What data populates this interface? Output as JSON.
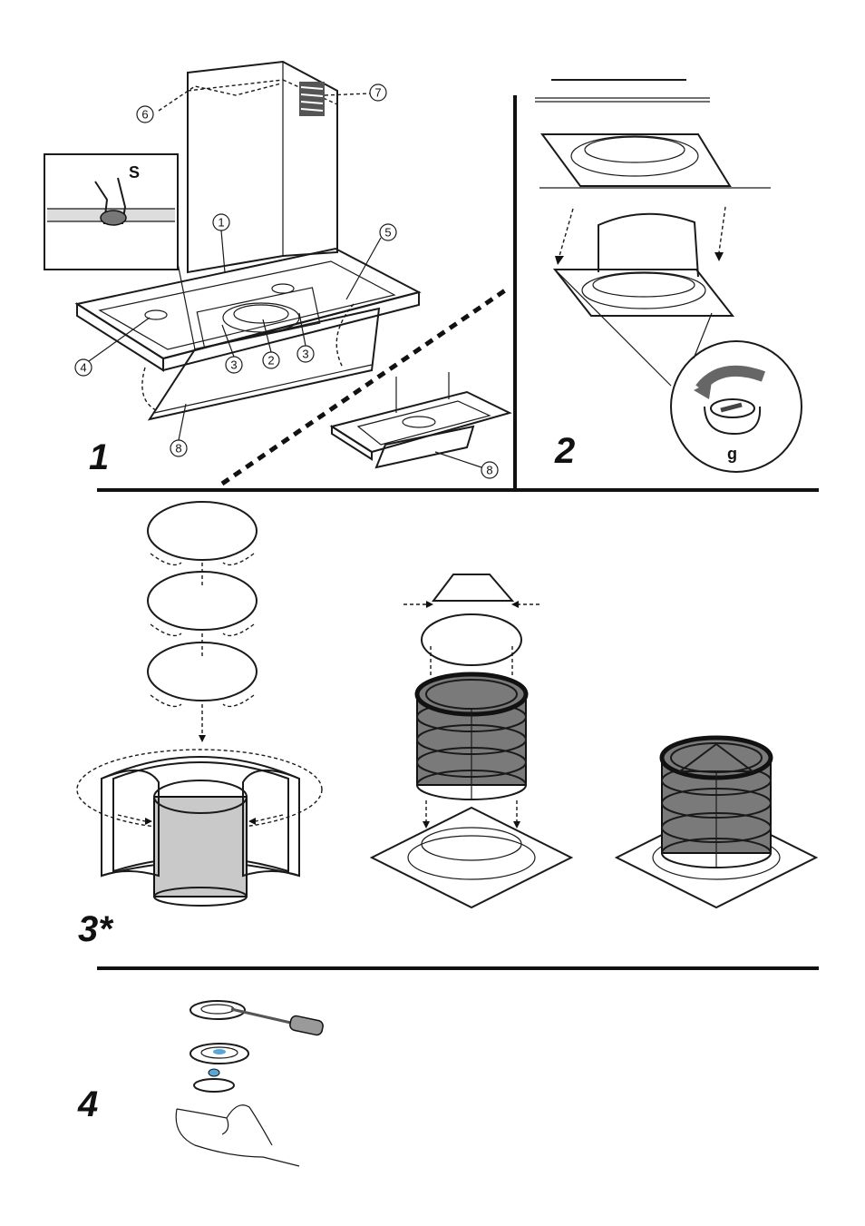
{
  "steps": [
    {
      "id": "step-1",
      "label": "1"
    },
    {
      "id": "step-2",
      "label": "2"
    },
    {
      "id": "step-3",
      "label": "3*"
    },
    {
      "id": "step-4",
      "label": "4"
    }
  ],
  "callouts": {
    "c1": "1",
    "c2": "2",
    "c3a": "3",
    "c3b": "3",
    "c4": "4",
    "c5": "5",
    "c6": "6",
    "c7": "7",
    "c8a": "8",
    "c8b": "8"
  },
  "letters": {
    "s": "S",
    "g": "g"
  },
  "colors": {
    "ink": "#1a1a1a",
    "filter_dark": "#7a7a7a",
    "filter_light": "#c8c8c8",
    "cylinder": "#c9c9c9",
    "blue_detail": "#5aa6d6"
  }
}
